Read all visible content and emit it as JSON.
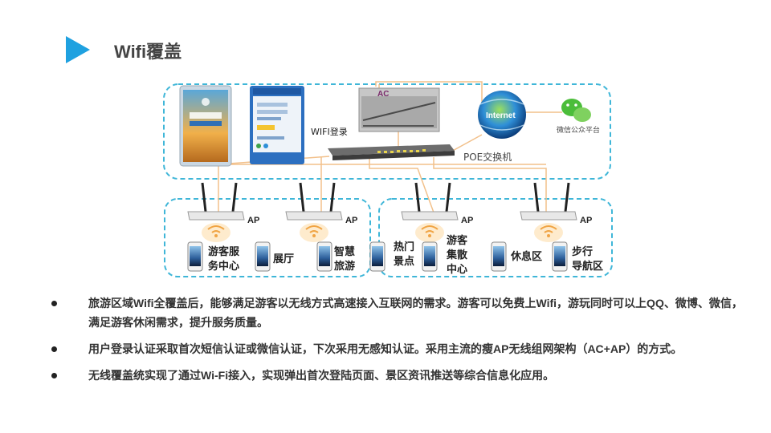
{
  "slide": {
    "title": "Wifi覆盖",
    "accent_color": "#1fa1e0"
  },
  "diagram": {
    "top_labels": {
      "ac": "AC",
      "wifi_login": "WIFI登录",
      "poe_switch": "POE交换机",
      "internet": "Internet",
      "wechat": "微信公众平台"
    },
    "ap_label": "AP",
    "locations": [
      "游客服务中心",
      "展厅",
      "智慧旅游",
      "热门景点",
      "游客集散中心",
      "休息区",
      "步行导航区"
    ],
    "location_lines": {
      "l1": [
        "游客服",
        "务中心"
      ],
      "l2": [
        "展厅"
      ],
      "l3": [
        "智慧",
        "旅游"
      ],
      "l4": [
        "热门",
        "景点"
      ],
      "l5": [
        "游客",
        "集散",
        "中心"
      ],
      "l6": [
        "休息区"
      ],
      "l7": [
        "步行",
        "导航区"
      ]
    },
    "icons": [
      "login-page-phone-icon",
      "login-form-screen-icon",
      "ac-controller-icon",
      "internet-globe-icon",
      "wechat-icon",
      "poe-switch-icon",
      "wireless-ap-icon",
      "wifi-signal-icon",
      "smartphone-icon"
    ]
  },
  "bullets": [
    "旅游区域Wifi全覆盖后，能够满足游客以无线方式高速接入互联网的需求。游客可以免费上Wifi，游玩同时可以上QQ、微博、微信，满足游客休闲需求，提升服务质量。",
    "用户登录认证采取首次短信认证或微信认证，下次采用无感知认证。采用主流的瘦AP无线组网架构（AC+AP）的方式。",
    "无线覆盖统实现了通过Wi-Fi接入，实现弹出首次登陆页面、景区资讯推送等综合信息化应用。"
  ]
}
